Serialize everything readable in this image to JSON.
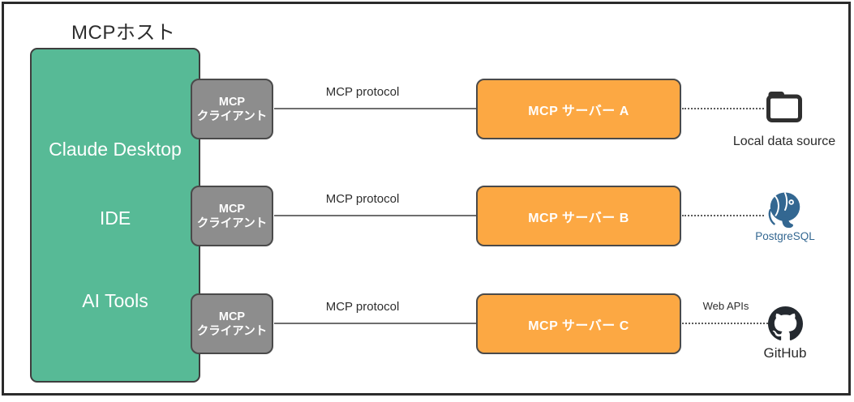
{
  "colors": {
    "host_green": "#57BA96",
    "client_gray": "#8D8D8D",
    "server_orange": "#FCA843",
    "box_border": "#4A4A4A",
    "frame_border": "#2B2B2B",
    "connector_gray": "#6E6E6E",
    "text_dark": "#2D2D2D",
    "postgres_blue": "#336791",
    "github_dark": "#24292F"
  },
  "diagram": {
    "title": "MCPホスト",
    "host": {
      "apps": [
        {
          "label": "Claude Desktop"
        },
        {
          "label": "IDE"
        },
        {
          "label": "AI Tools"
        }
      ]
    },
    "rows": [
      {
        "client": {
          "line1": "MCP",
          "line2": "クライアント"
        },
        "protocol_label": "MCP protocol",
        "server_label": "MCP サーバー A",
        "link_label": "",
        "resource": {
          "icon": "folder-icon",
          "name": "Local data source"
        }
      },
      {
        "client": {
          "line1": "MCP",
          "line2": "クライアント"
        },
        "protocol_label": "MCP protocol",
        "server_label": "MCP サーバー B",
        "link_label": "",
        "resource": {
          "icon": "postgresql-icon",
          "name": "PostgreSQL"
        }
      },
      {
        "client": {
          "line1": "MCP",
          "line2": "クライアント"
        },
        "protocol_label": "MCP protocol",
        "server_label": "MCP サーバー C",
        "link_label": "Web APIs",
        "resource": {
          "icon": "github-icon",
          "name": "GitHub"
        }
      }
    ]
  }
}
